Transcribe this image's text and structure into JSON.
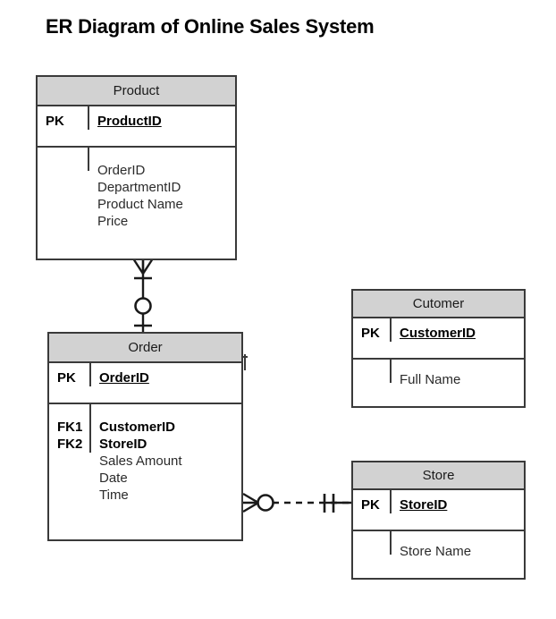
{
  "title": "ER Diagram of Online Sales System",
  "entities": {
    "product": {
      "name": "Product",
      "pk_label": "PK",
      "pk_field": "ProductID",
      "attributes": [
        "OrderID",
        "DepartmentID",
        "Product Name",
        "Price"
      ]
    },
    "order": {
      "name": "Order",
      "pk_label": "PK",
      "pk_field": "OrderID",
      "fk1_label": "FK1",
      "fk2_label": "FK2",
      "fk1_field": "CustomerID",
      "fk2_field": "StoreID",
      "attributes": [
        "Sales Amount",
        "Date",
        "Time"
      ]
    },
    "customer": {
      "name": "Cutomer",
      "pk_label": "PK",
      "pk_field": "CustomerID",
      "attributes": [
        "Full Name"
      ]
    },
    "store": {
      "name": "Store",
      "pk_label": "PK",
      "pk_field": "StoreID",
      "attributes": [
        "Store Name"
      ]
    }
  },
  "relationships": [
    {
      "id": "product-order",
      "from": "Product",
      "to": "Order",
      "orientation": "vertical",
      "line_style": "solid",
      "from_notation": "crows-foot-optional",
      "to_notation": "one-mandatory"
    },
    {
      "id": "order-store",
      "from": "Order",
      "to": "Store",
      "orientation": "horizontal",
      "line_style": "dashed",
      "from_notation": "crows-foot-zero-or-many",
      "to_notation": "one-and-only-one"
    }
  ],
  "colors": {
    "header_fill": "#d2d2d2",
    "border": "#3a3a3a",
    "body_fill": "#ffffff",
    "text": "#000000",
    "line": "#1a1a1a"
  }
}
